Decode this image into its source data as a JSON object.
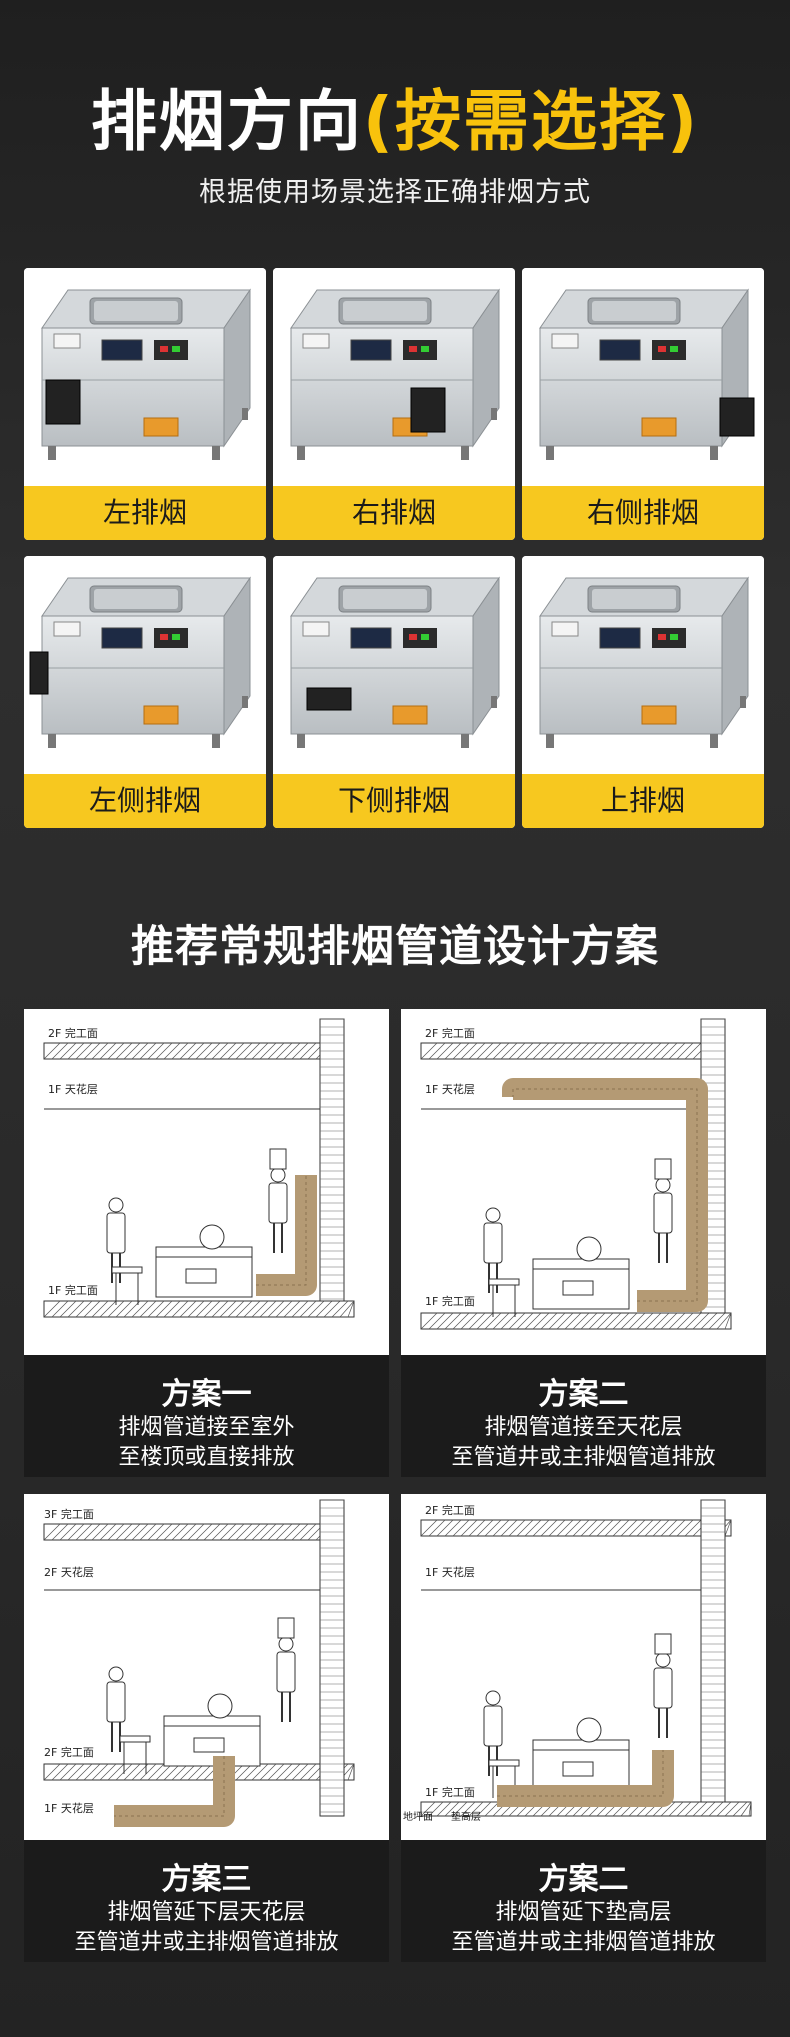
{
  "hero": {
    "title_white": "排烟方向",
    "title_yellow": "(按需选择)",
    "subtitle": "根据使用场景选择正确排烟方式"
  },
  "directions": [
    {
      "label": "左排烟"
    },
    {
      "label": "右排烟"
    },
    {
      "label": "右侧排烟"
    },
    {
      "label": "左侧排烟"
    },
    {
      "label": "下侧排烟"
    },
    {
      "label": "上排烟"
    }
  ],
  "section2_title": "推荐常规排烟管道设计方案",
  "plans": [
    {
      "title": "方案一",
      "desc1": "排烟管道接至室外",
      "desc2": "至楼顶或直接排放",
      "floor_top": "2F 完工面",
      "ceiling": "1F 天花层",
      "floor_bottom": "1F 完工面"
    },
    {
      "title": "方案二",
      "desc1": "排烟管道接至天花层",
      "desc2": "至管道井或主排烟管道排放",
      "floor_top": "2F 完工面",
      "ceiling": "1F 天花层",
      "floor_bottom": "1F 完工面"
    },
    {
      "title": "方案三",
      "desc1": "排烟管延下层天花层",
      "desc2": "至管道井或主排烟管道排放",
      "floor_top": "3F 完工面",
      "ceiling": "2F 天花层",
      "floor_bottom": "2F 完工面",
      "ceiling_low": "1F 天花层"
    },
    {
      "title": "方案二",
      "desc1": "排烟管延下垫高层",
      "desc2": "至管道井或主排烟管道排放",
      "floor_top": "2F 完工面",
      "ceiling": "1F 天花层",
      "floor_bottom": "1F 完工面",
      "raised_a": "地坪面",
      "raised_b": "垫高层"
    }
  ],
  "colors": {
    "accent": "#f7c81f",
    "duct": "#b49a74"
  }
}
